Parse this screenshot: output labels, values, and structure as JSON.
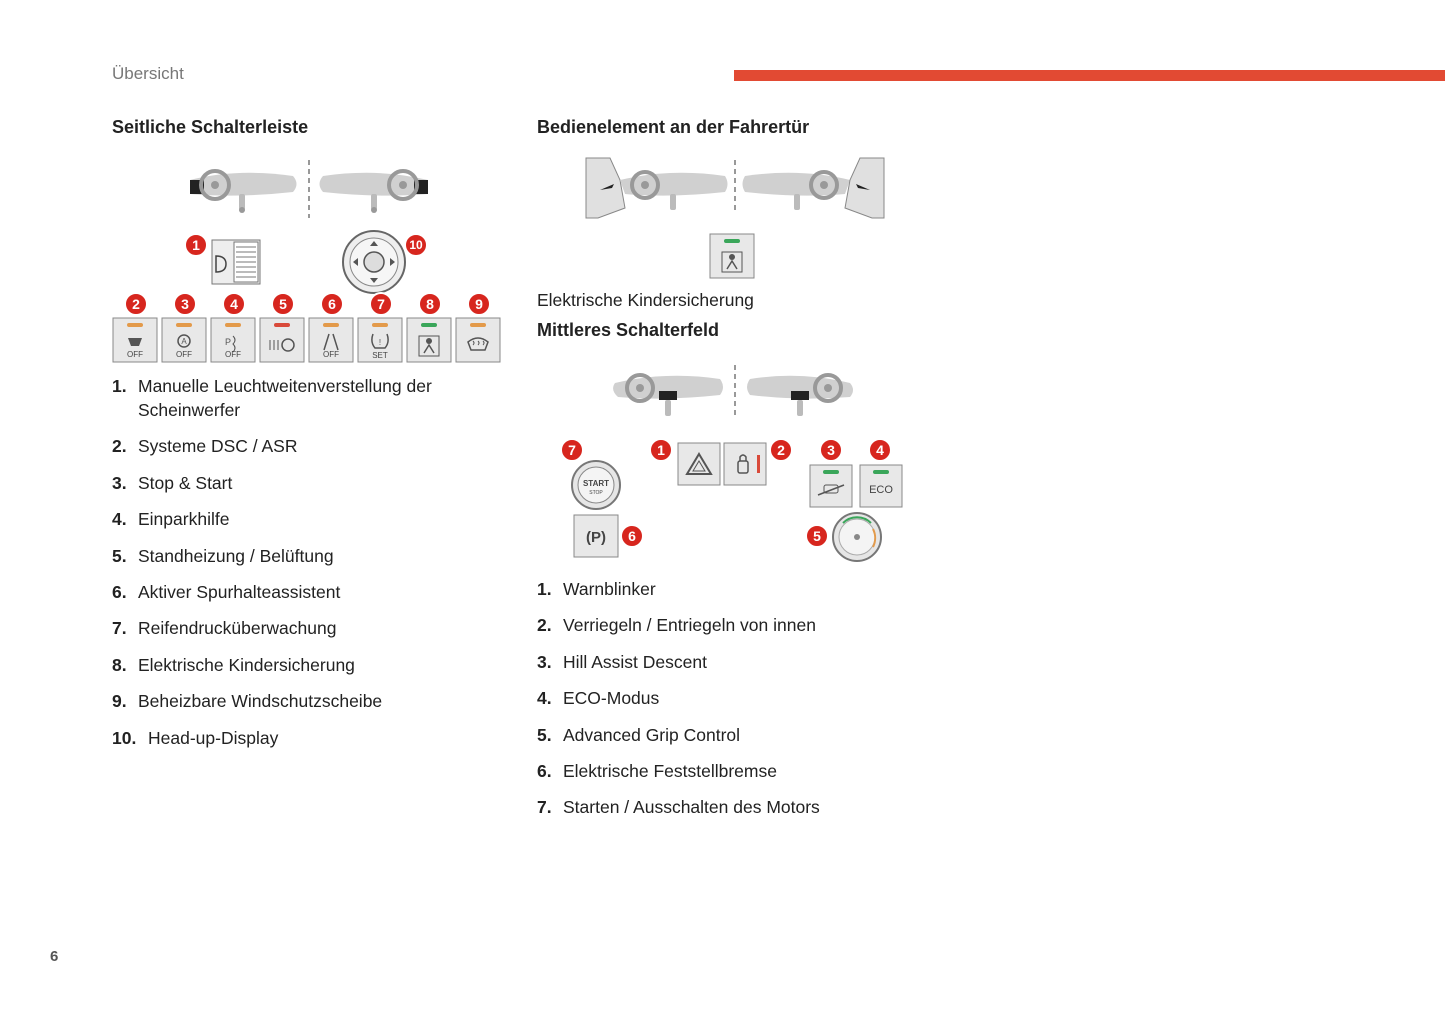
{
  "header": {
    "section_label": "Übersicht",
    "accent_color": "#e24a33"
  },
  "left": {
    "heading": "Seitliche Schalterleiste",
    "badges": [
      "1",
      "2",
      "3",
      "4",
      "5",
      "6",
      "7",
      "8",
      "9",
      "10"
    ],
    "button_texts": {
      "off": "OFF",
      "set": "SET"
    },
    "items": [
      {
        "num": "1.",
        "label": "Manuelle Leuchtweitenverstellung der Scheinwerfer"
      },
      {
        "num": "2.",
        "label": "Systeme DSC / ASR"
      },
      {
        "num": "3.",
        "label": "Stop & Start"
      },
      {
        "num": "4.",
        "label": "Einparkhilfe"
      },
      {
        "num": "5.",
        "label": "Standheizung / Belüftung"
      },
      {
        "num": "6.",
        "label": "Aktiver Spurhalteassistent"
      },
      {
        "num": "7.",
        "label": "Reifendrucküberwachung"
      },
      {
        "num": "8.",
        "label": "Elektrische Kindersicherung"
      },
      {
        "num": "9.",
        "label": "Beheizbare Windschutzscheibe"
      },
      {
        "num": "10.",
        "label": "Head-up-Display"
      }
    ]
  },
  "right": {
    "door_heading": "Bedienelement an der Fahrertür",
    "door_caption": "Elektrische Kindersicherung",
    "center_heading": "Mittleres Schalterfeld",
    "badges": [
      "1",
      "2",
      "3",
      "4",
      "5",
      "6",
      "7"
    ],
    "button_texts": {
      "start": "START",
      "stop": "STOP",
      "eco": "ECO",
      "parking": "(P)"
    },
    "items": [
      {
        "num": "1.",
        "label": "Warnblinker"
      },
      {
        "num": "2.",
        "label": "Verriegeln / Entriegeln von innen"
      },
      {
        "num": "3.",
        "label": "Hill Assist Descent"
      },
      {
        "num": "4.",
        "label": "ECO-Modus"
      },
      {
        "num": "5.",
        "label": "Advanced Grip Control"
      },
      {
        "num": "6.",
        "label": "Elektrische Feststellbremse"
      },
      {
        "num": "7.",
        "label": "Starten / Ausschalten des Motors"
      }
    ]
  },
  "page_number": "6",
  "colors": {
    "badge_red": "#d7261e",
    "indicator_orange": "#e39a4a",
    "indicator_red": "#d94a3a",
    "indicator_green": "#3aa65a",
    "button_grey": "#e8e8e8"
  }
}
